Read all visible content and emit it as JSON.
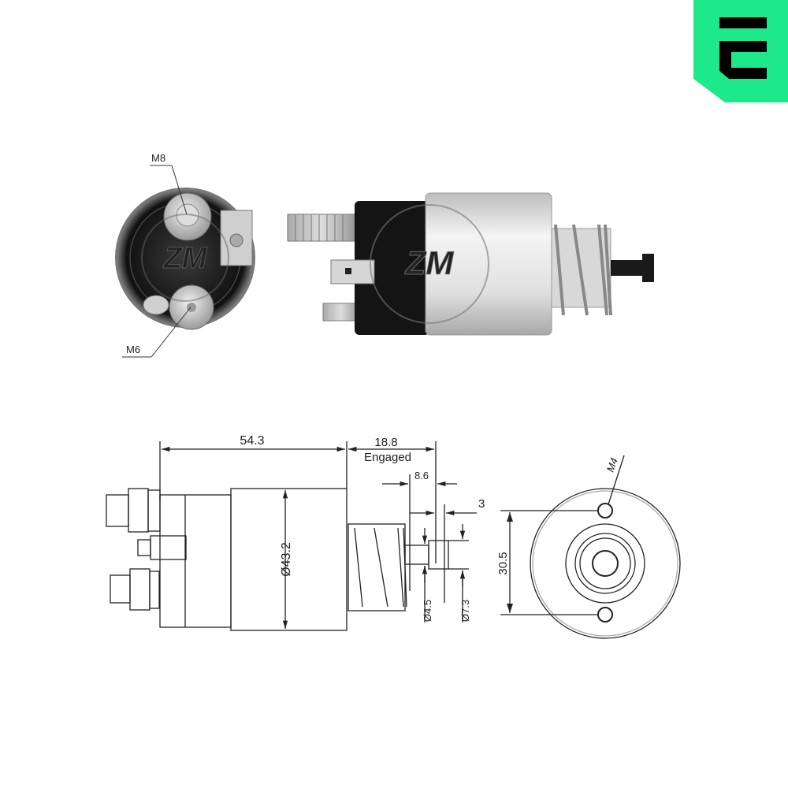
{
  "brand": {
    "logo_letter": "E",
    "logo_color": "#1DE98B",
    "logo_glyph_color": "#000000"
  },
  "photos": {
    "end_view": {
      "labels": {
        "top_terminal": "M8",
        "bottom_terminal": "M6"
      },
      "watermark": "ZM"
    },
    "side_view": {
      "watermark": "ZM"
    }
  },
  "drawing": {
    "side_view": {
      "body_length": "54.3",
      "stroke": "18.8",
      "stroke_note": "Engaged",
      "plunger_offset": "8.6",
      "tip_length": "3",
      "body_diameter": "Ø43.2",
      "plunger_diameter": "Ø4.5",
      "tip_diameter": "Ø7.3"
    },
    "end_view": {
      "hole_spacing": "30.5",
      "thread": "M4"
    }
  },
  "colors": {
    "line": "#222222",
    "solenoid_dark": "#1a1a1a",
    "solenoid_silver": "#d8d8d8"
  }
}
